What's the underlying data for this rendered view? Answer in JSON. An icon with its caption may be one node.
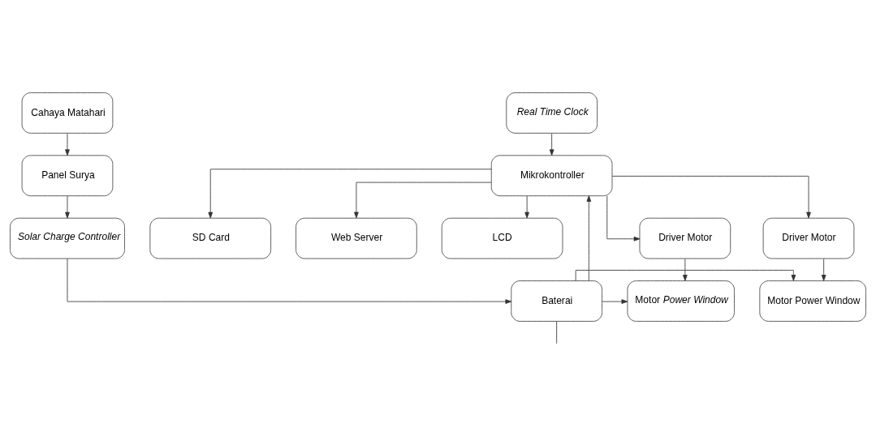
{
  "diagram": {
    "nodes": [
      {
        "text": [
          "Cahaya Matahari"
        ]
      },
      {
        "text": [
          "Panel Surya"
        ]
      },
      {
        "text": [
          "Solar Charge Controller"
        ]
      },
      {
        "text": [
          "Baterai"
        ]
      },
      {
        "text": [
          "Real Time Clock"
        ]
      },
      {
        "text": [
          "Mikrokontroller"
        ]
      },
      {
        "text": [
          "SD Card"
        ]
      },
      {
        "text": [
          "Web Server"
        ]
      },
      {
        "text": [
          "LCD"
        ]
      },
      {
        "text": [
          "Driver Motor"
        ]
      },
      {
        "text": [
          "Driver Motor"
        ]
      },
      {
        "text": [
          "Motor *Power Window*"
        ]
      },
      {
        "text": [
          "Motor Power Window"
        ]
      }
    ],
    "edges": [
      {
        "from": 0,
        "to": 1,
        "arrow": "to"
      },
      {
        "from": 1,
        "to": 2,
        "arrow": "to"
      },
      {
        "from": 2,
        "to": 3,
        "arrow": "to"
      },
      {
        "from": 3,
        "to": 5,
        "arrow": "to"
      },
      {
        "from": 4,
        "to": 5,
        "arrow": "to"
      },
      {
        "from": 5,
        "to": 6,
        "arrow": "to"
      },
      {
        "from": 5,
        "to": 7,
        "arrow": "to"
      },
      {
        "from": 5,
        "to": 8,
        "arrow": "to"
      },
      {
        "from": 5,
        "to": 9,
        "arrow": "to"
      },
      {
        "from": 5,
        "to": 10,
        "arrow": "to"
      },
      {
        "from": 9,
        "to": 11,
        "arrow": "to"
      },
      {
        "from": 10,
        "to": 12,
        "arrow": "to"
      },
      {
        "from": 3,
        "to": 11,
        "arrow": "to"
      },
      {
        "from": 3,
        "to": 12,
        "arrow": "to"
      },
      {
        "from": 3,
        "to": null,
        "arrow": "none"
      }
    ]
  }
}
